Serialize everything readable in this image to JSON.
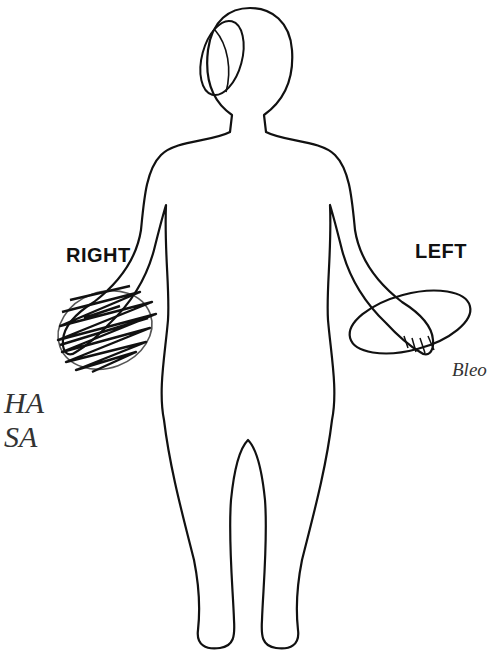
{
  "diagram": {
    "labels": [
      "RIGHT",
      "LEFT",
      "HA",
      "SA",
      "Bleo"
    ]
  }
}
